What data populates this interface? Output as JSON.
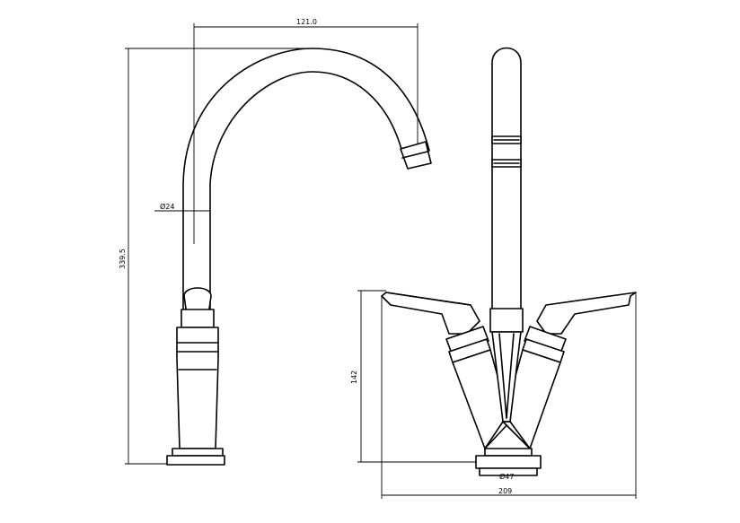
{
  "drawing": {
    "side_view": {
      "dim_top": "121.0",
      "dim_height": "339.5",
      "dim_diameter": "Ø24"
    },
    "front_view": {
      "dim_height": "142",
      "dim_base_diameter": "Ø47",
      "dim_width": "209"
    }
  }
}
